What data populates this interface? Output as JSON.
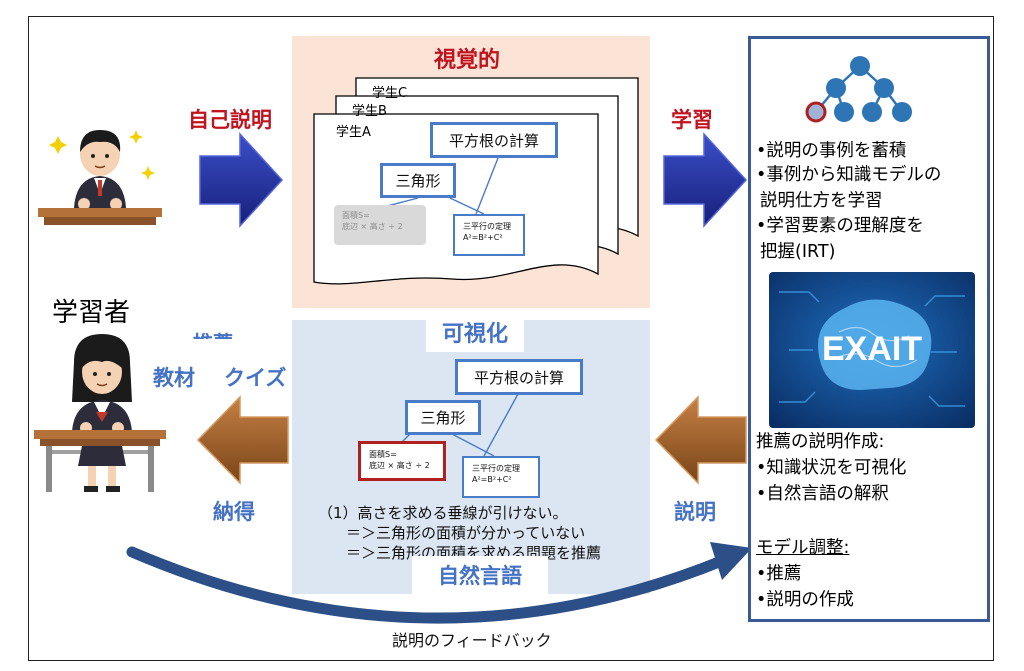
{
  "visual_panel": {
    "title": "視覚的",
    "sheet_c": "学生C",
    "sheet_b": "学生B",
    "sheet_a": "学生A",
    "node_root": "平方根の計算",
    "node_triangle": "三角形",
    "node_area_l1": "面積S=",
    "node_area_l2": "底辺 × 高さ ÷ 2",
    "node_pyth_l1": "三平行の定理",
    "node_pyth_l2": "A²=B²+C²"
  },
  "labels": {
    "self_explanation": "自己説明",
    "learning": "学習",
    "learner": "学習者",
    "recommend": "推薦",
    "teaching_material": "教材",
    "quiz": "クイズ",
    "convinced": "納得",
    "explanation": "説明",
    "feedback": "説明のフィードバック"
  },
  "visual_bottom": {
    "title": "可視化",
    "node_root": "平方根の計算",
    "node_triangle": "三角形",
    "node_area_l1": "面積S=",
    "node_area_l2": "底辺 × 高さ ÷ 2",
    "node_pyth_l1": "三平行の定理",
    "node_pyth_l2": "A²=B²+C²",
    "line1": "（1）高さを求める垂線が引けない。",
    "line2": "＝＞三角形の面積が分かっていない",
    "line3": "＝＞三角形の面積を求める問題を推薦",
    "natural_language": "自然言語"
  },
  "exait": {
    "bullets_top": [
      "•説明の事例を蓄積",
      "•事例から知識モデルの",
      "説明仕方を学習",
      "•学習要素の理解度を",
      "把握(IRT)"
    ],
    "logo": "EXAIT",
    "rec_heading": "推薦の説明作成:",
    "rec_items": [
      "•知識状況を可視化",
      "•自然言語の解釈"
    ],
    "model_heading": "モデル調整:",
    "model_items": [
      "•推薦",
      "•説明の作成"
    ]
  },
  "colors": {
    "frame": "#222222",
    "peach": "#fbe4d5",
    "light_blue": "#dce6f2",
    "node_border": "#4a7bc8",
    "red_text": "#c1121f",
    "blue_text": "#4472c4",
    "arrow_blue": "#1f2d9e",
    "arrow_brown": "#a0622b",
    "exait_border": "#3a5a96",
    "tree_node": "#2e75b6",
    "highlight_red": "#b02020",
    "feedback_arrow": "#2b4f86"
  },
  "icons": {
    "student_top": "student-boy-at-desk",
    "student_bottom": "student-girl-at-desk",
    "tree": "knowledge-tree-icon",
    "brain": "circuit-brain-icon"
  }
}
